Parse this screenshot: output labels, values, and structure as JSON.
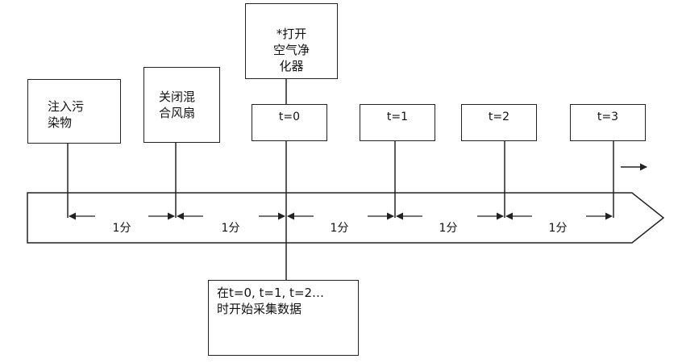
{
  "event_boxes": {
    "inject": {
      "line1": "注入污",
      "line2": "染物"
    },
    "fan": {
      "line1": "关闭混",
      "line2": "合风扇"
    },
    "purifier": {
      "line1": "*打开",
      "line2": "空气净",
      "line3": "化器"
    },
    "data_collection": {
      "line1": "在t=0, t=1, t=2…",
      "line2": "时开始采集数据"
    }
  },
  "time_points": [
    "t=0",
    "t=1",
    "t=2",
    "t=3"
  ],
  "interval_labels": [
    "1分",
    "1分",
    "1分",
    "1分",
    "1分"
  ]
}
